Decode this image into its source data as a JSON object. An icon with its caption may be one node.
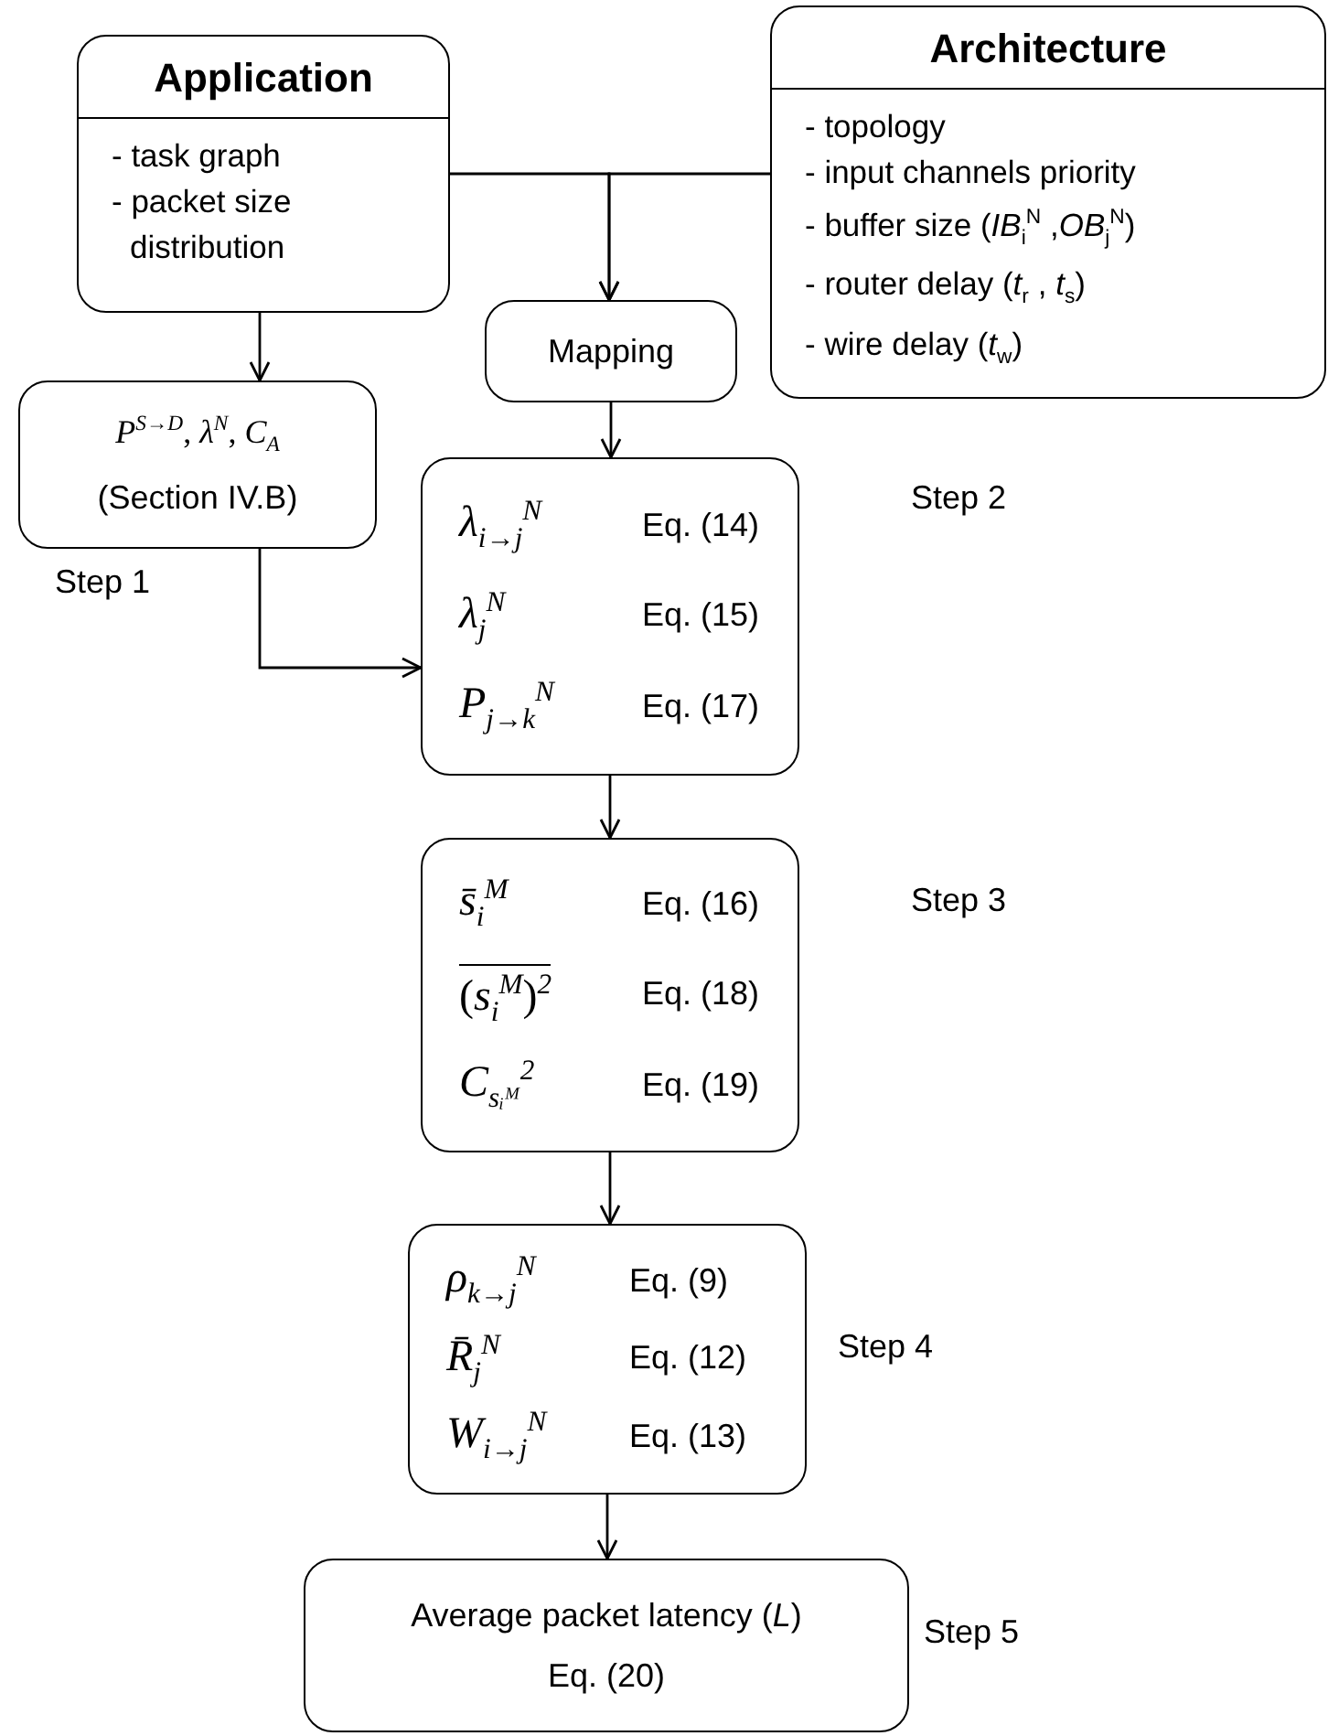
{
  "diagram": {
    "nodes": [
      {
        "text": [
          "Application",
          "- task graph",
          "- packet size distribution"
        ]
      },
      {
        "text": [
          "Architecture",
          "- topology",
          "- input channels priority",
          "- buffer size (*IB*$_{i}$$^{N}$ ,*OB*$_{j}$$^{N}$)",
          "- router delay (*t*$_{r}$ , *t*$_{s}$)",
          "- wire delay (*t*$_{w}$)"
        ]
      },
      {
        "text": [
          "Mapping"
        ]
      },
      {
        "text": [
          "*P*$^{S→D}$, *λ*$^{N}$, *C*$_{A}$",
          "(Section IV.B)"
        ],
        "beside": [
          "Step 1"
        ]
      },
      {
        "text": [
          "*λ*$_{i→j}$$^{N}$",
          "Eq. (14)",
          "*λ*$_{j}$$^{N}$",
          "Eq. (15)",
          "*P*$_{j→k}$$^{N}$",
          "Eq. (17)"
        ],
        "beside": [
          "Step 2"
        ]
      },
      {
        "text": [
          "*s̄*$_{i}$$^{M}$",
          "Eq. (16)",
          "(*s*$_{i}$$^{M}$)$^{2}$",
          "Eq. (18)",
          "*C*$_{sᵢᴹ}$$^{2}$",
          "Eq. (19)"
        ],
        "beside": [
          "Step 3"
        ]
      },
      {
        "text": [
          "*ρ*$_{k→j}$$^{N}$",
          "Eq. (9)",
          "*R̄*$_{j}$$^{N}$",
          "Eq. (12)",
          "*W*$_{i→j}$$^{N}$",
          "Eq. (13)"
        ],
        "beside": [
          "Step 4"
        ]
      },
      {
        "text": [
          "Average packet latency (*L*)",
          "Eq. (20)"
        ],
        "beside": [
          "Step 5"
        ]
      }
    ],
    "edges": [
      {
        "from": 0,
        "to": 2,
        "arrow": "to"
      },
      {
        "from": 1,
        "to": 2,
        "arrow": "to"
      },
      {
        "from": 0,
        "to": 3,
        "arrow": "to"
      },
      {
        "from": 2,
        "to": 4,
        "arrow": "to"
      },
      {
        "from": 3,
        "to": 4,
        "arrow": "to"
      },
      {
        "from": 4,
        "to": 5,
        "arrow": "to"
      },
      {
        "from": 5,
        "to": 6,
        "arrow": "to"
      },
      {
        "from": 6,
        "to": 7,
        "arrow": "to"
      }
    ]
  }
}
